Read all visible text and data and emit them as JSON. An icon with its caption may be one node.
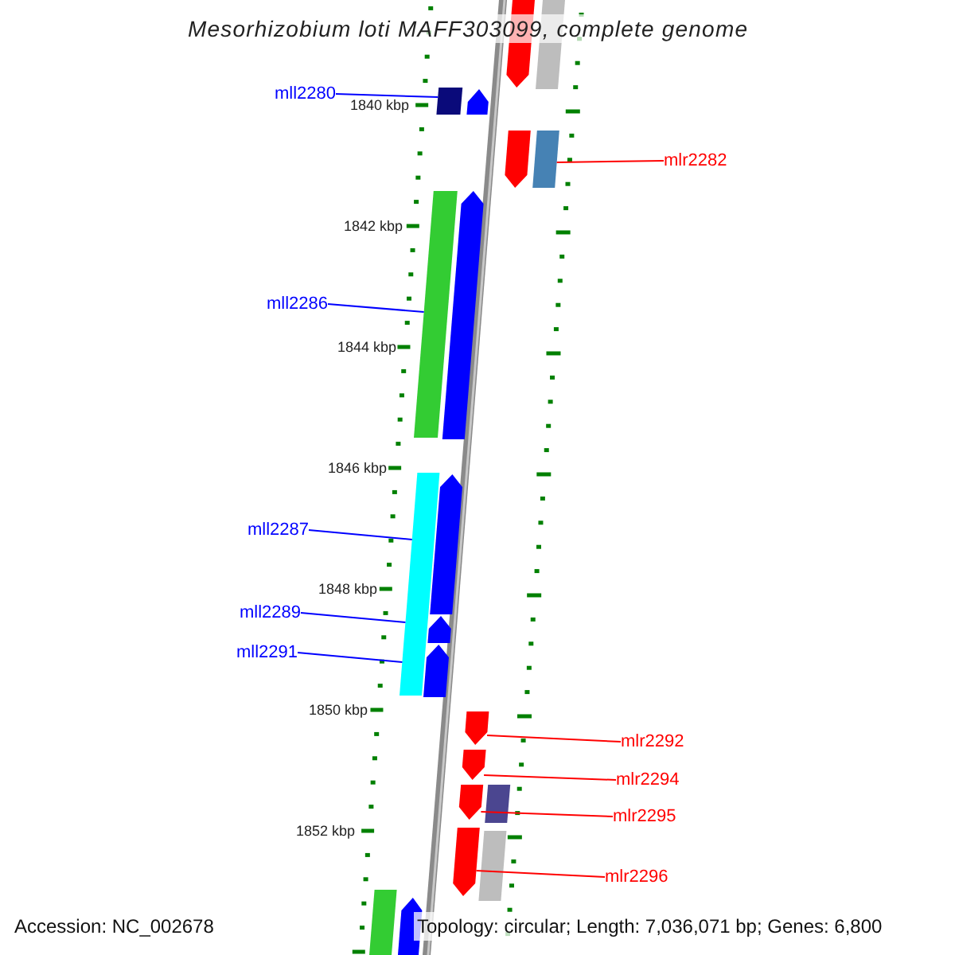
{
  "diagram": {
    "title": "Mesorhizobium loti MAFF303099, complete genome",
    "nodes": [
      {
        "text": [
          "mll2280"
        ]
      },
      {
        "text": [],
        "shape": "box"
      },
      {
        "text": [],
        "shape": "bar"
      },
      {
        "text": [
          "mlr2282"
        ]
      },
      {
        "text": [
          "mll2286"
        ]
      },
      {
        "text": [],
        "shape": "bar"
      },
      {
        "text": [
          "mll2287"
        ]
      },
      {
        "text": [],
        "shape": "bar"
      },
      {
        "text": [
          "mll2289"
        ]
      },
      {
        "text": [],
        "shape": "bar"
      },
      {
        "text": [
          "mll2291"
        ]
      },
      {
        "text": [],
        "shape": "bar"
      },
      {
        "text": [],
        "shape": "pentagon"
      },
      {
        "text": [
          "mlr2292"
        ]
      },
      {
        "text": [],
        "shape": "pentagon"
      },
      {
        "text": [
          "mlr2294"
        ]
      },
      {
        "text": [],
        "shape": "pentagon"
      },
      {
        "text": [
          "mlr2295"
        ]
      },
      {
        "text": [],
        "shape": "pentagon"
      },
      {
        "text": [
          "mlr2296"
        ]
      },
      {
        "text": [],
        "shape": "pentagon"
      },
      {
        "text": [],
        "shape": "bar"
      },
      {
        "text": [],
        "shape": "pentagon"
      },
      {
        "text": [],
        "shape": "pentagon"
      },
      {
        "text": [],
        "shape": "pentagon"
      },
      {
        "text": [],
        "shape": "pentagon"
      },
      {
        "text": [],
        "shape": "pentagon"
      },
      {
        "text": [],
        "shape": "pentagon"
      },
      {
        "text": [],
        "shape": "bar"
      },
      {
        "text": [],
        "shape": "bar"
      },
      {
        "text": [],
        "shape": "bar"
      },
      {
        "text": [],
        "shape": "pentagon"
      }
    ],
    "edges": [
      {
        "from": 0,
        "to": 1,
        "arrow": "none",
        "color": "#0000ff"
      },
      {
        "from": 3,
        "to": 2,
        "arrow": "none",
        "color": "#ff0000"
      },
      {
        "from": 4,
        "to": 5,
        "arrow": "none",
        "color": "#0000ff"
      },
      {
        "from": 6,
        "to": 7,
        "arrow": "none",
        "color": "#0000ff"
      },
      {
        "from": 8,
        "to": 9,
        "arrow": "none",
        "color": "#0000ff"
      },
      {
        "from": 10,
        "to": 11,
        "arrow": "none",
        "color": "#0000ff"
      },
      {
        "from": 13,
        "to": 12,
        "arrow": "none",
        "color": "#ff0000"
      },
      {
        "from": 15,
        "to": 14,
        "arrow": "none",
        "color": "#ff0000"
      },
      {
        "from": 17,
        "to": 16,
        "arrow": "none",
        "color": "#ff0000"
      },
      {
        "from": 19,
        "to": 18,
        "arrow": "none",
        "color": "#ff0000"
      }
    ],
    "labels": [
      "1840 kbp",
      "1842 kbp",
      "1844 kbp",
      "1846 kbp",
      "1848 kbp",
      "1850 kbp",
      "1852 kbp",
      "Accession: NC_002678",
      "Topology: circular; Length: 7,036,071 bp; Genes: 6,800"
    ]
  }
}
